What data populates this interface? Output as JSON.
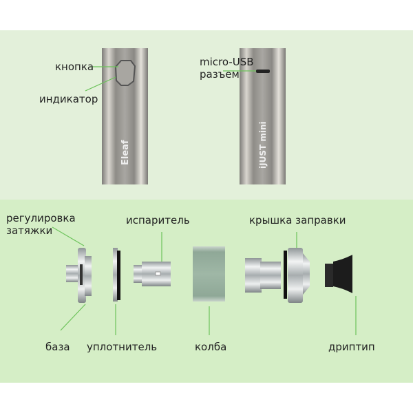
{
  "battery_labels": {
    "button": "кнопка",
    "indicator": "индикатор",
    "usb_line1": "micro-USB",
    "usb_line2": "разъем"
  },
  "logos": {
    "brand": "Eleaf",
    "model": "iJUST mini"
  },
  "tank_labels": {
    "airflow_line1": "регулировка",
    "airflow_line2": "затяжки",
    "coil": "испаритель",
    "top_cap": "крышка заправки",
    "base": "база",
    "seal": "уплотнитель",
    "glass": "колба",
    "drip_tip": "дриптип"
  },
  "colors": {
    "leader_line": "#6cc35a",
    "top_bg": "#e3f0da",
    "bottom_bg": "#d5eec6"
  }
}
